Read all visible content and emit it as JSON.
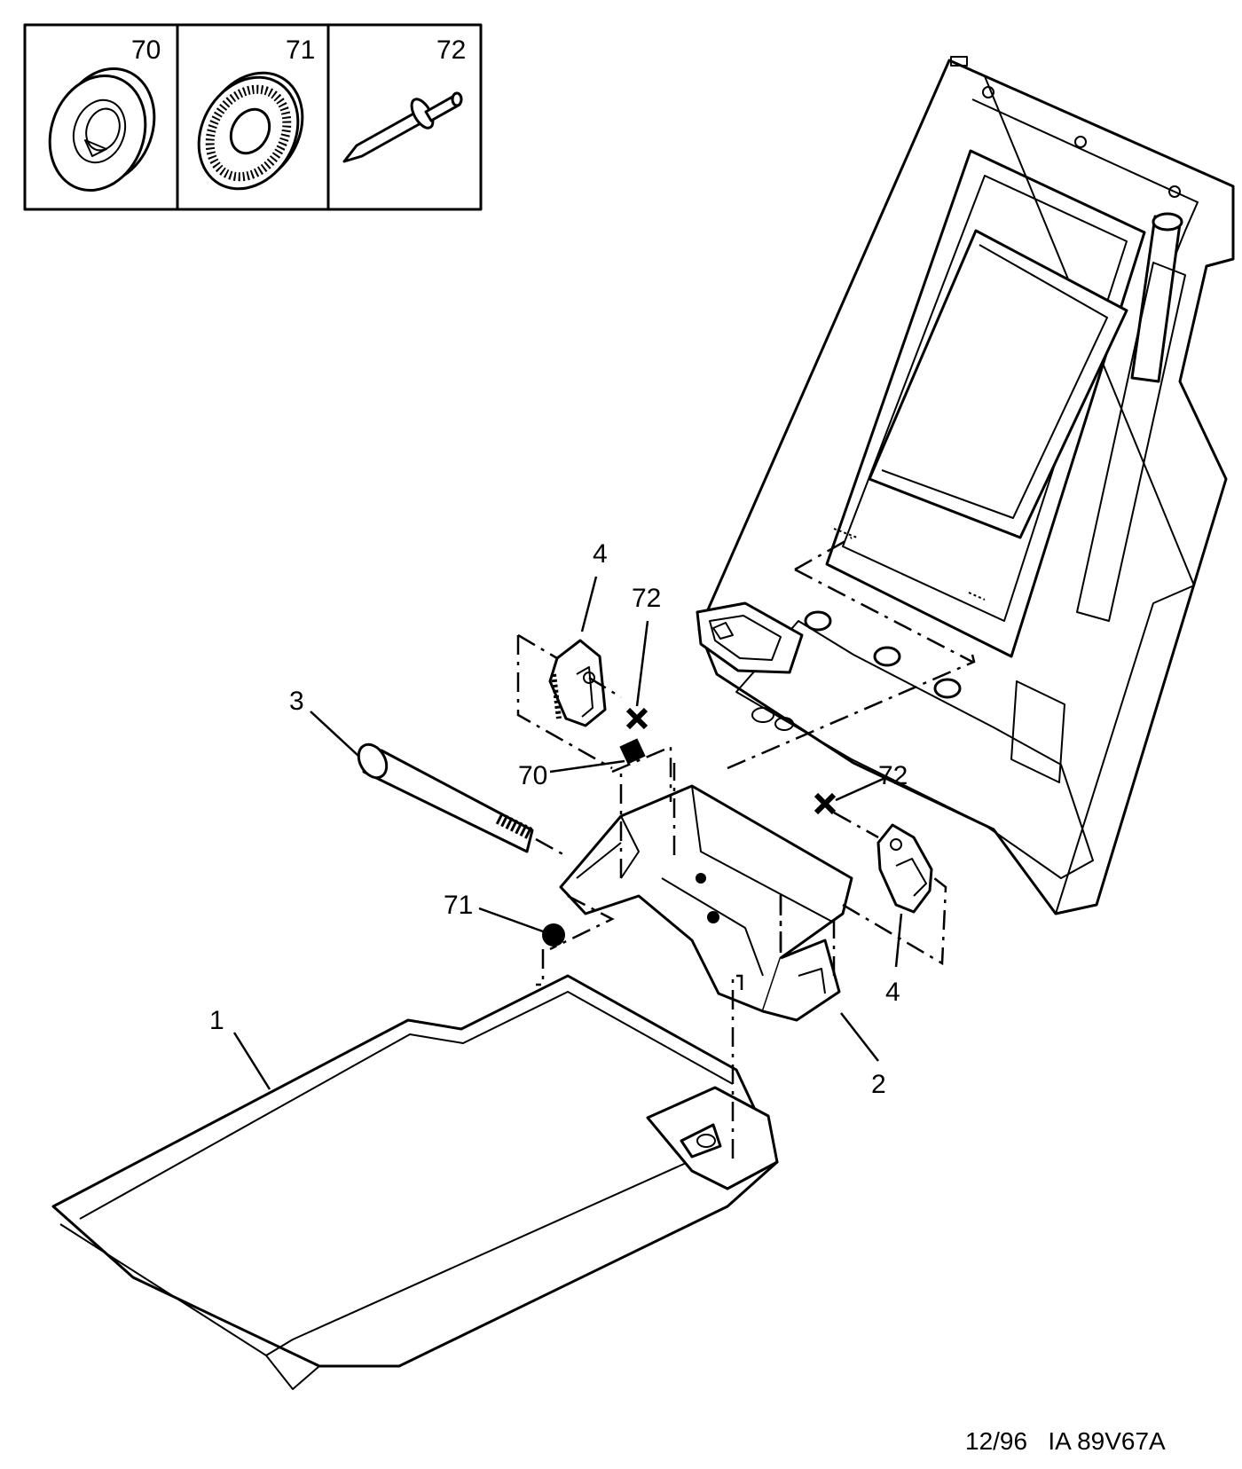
{
  "legend": {
    "cells": [
      {
        "number": "70",
        "icon": "nut-icon"
      },
      {
        "number": "71",
        "icon": "washer-icon"
      },
      {
        "number": "72",
        "icon": "rivet-icon"
      }
    ]
  },
  "callouts": {
    "c1": "1",
    "c2": "2",
    "c3": "3",
    "c4_top": "4",
    "c4_right": "4",
    "c70": "70",
    "c71": "71",
    "c72_top": "72",
    "c72_right": "72"
  },
  "footer": {
    "reference": "12/96   IA 89V67A"
  }
}
